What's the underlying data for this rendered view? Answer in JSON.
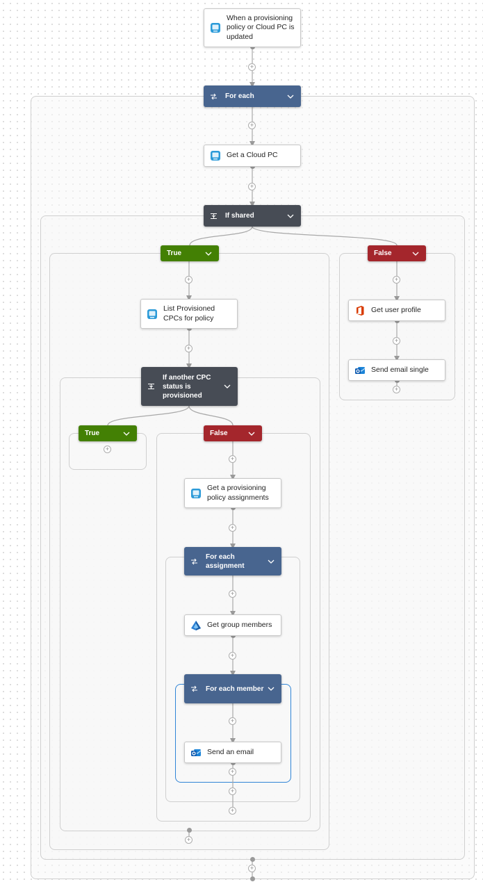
{
  "trigger": {
    "label": "When a provisioning policy or Cloud PC is updated",
    "icon": "cloud-pc-icon"
  },
  "foreach_root": {
    "label": "For each"
  },
  "get_cloud_pc": {
    "label": "Get a Cloud PC",
    "icon": "cloud-pc-icon"
  },
  "if_shared": {
    "label": "If shared"
  },
  "shared_true": {
    "label": "True"
  },
  "shared_false": {
    "label": "False"
  },
  "list_cpcs": {
    "label": "List Provisioned CPCs for policy",
    "icon": "cloud-pc-icon"
  },
  "if_another": {
    "label": "If another CPC status is provisioned"
  },
  "inner_true": {
    "label": "True"
  },
  "inner_false": {
    "label": "False"
  },
  "get_assign": {
    "label": "Get a provisioning policy assignments",
    "icon": "cloud-pc-icon"
  },
  "foreach_assign": {
    "label": "For each assignment"
  },
  "get_group": {
    "label": "Get group members",
    "icon": "azure-ad-icon"
  },
  "foreach_member": {
    "label": "For each member"
  },
  "send_email": {
    "label": "Send an email",
    "icon": "outlook-icon"
  },
  "get_profile": {
    "label": "Get user profile",
    "icon": "office-icon"
  },
  "send_single": {
    "label": "Send email single",
    "icon": "outlook-icon"
  },
  "colors": {
    "foreach": "#48658f",
    "condition": "#474c55",
    "true_branch": "#438004",
    "false_branch": "#a4262c",
    "selected_scope": "#2f84d6"
  }
}
